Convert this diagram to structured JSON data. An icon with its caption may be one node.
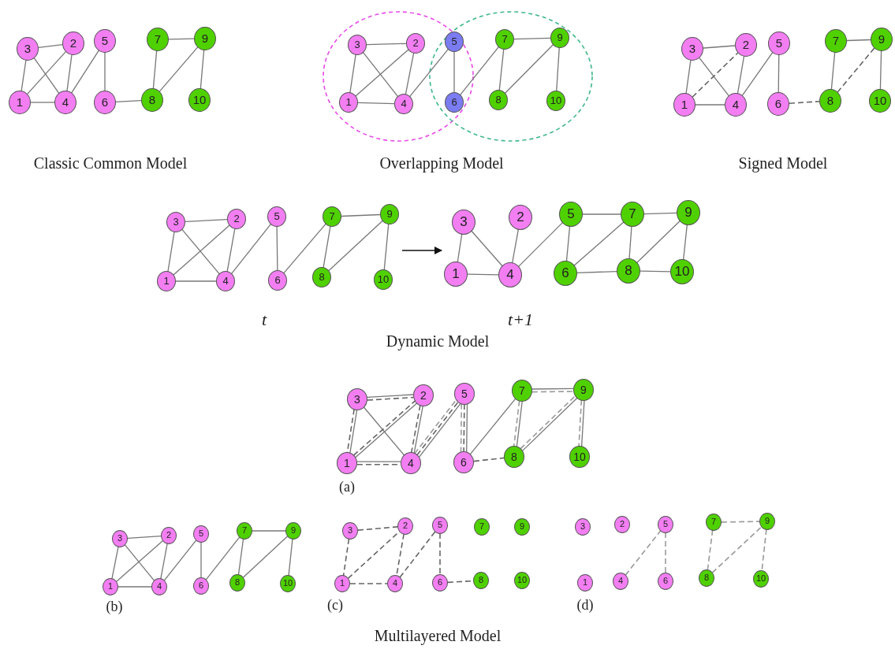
{
  "diagram": {
    "nodes": [
      {
        "text": [
          "3"
        ]
      },
      {
        "text": [
          "2"
        ]
      },
      {
        "text": [
          "5"
        ]
      },
      {
        "text": [
          "7"
        ]
      },
      {
        "text": [
          "9"
        ]
      },
      {
        "text": [
          "1"
        ]
      },
      {
        "text": [
          "4"
        ]
      },
      {
        "text": [
          "6"
        ]
      },
      {
        "text": [
          "8"
        ]
      },
      {
        "text": [
          "10"
        ]
      },
      {
        "text": [
          "3"
        ]
      },
      {
        "text": [
          "2"
        ]
      },
      {
        "text": [
          "5"
        ]
      },
      {
        "text": [
          "7"
        ]
      },
      {
        "text": [
          "9"
        ]
      },
      {
        "text": [
          "1"
        ]
      },
      {
        "text": [
          "4"
        ]
      },
      {
        "text": [
          "6"
        ]
      },
      {
        "text": [
          "8"
        ]
      },
      {
        "text": [
          "10"
        ]
      },
      {
        "text": [
          "3"
        ]
      },
      {
        "text": [
          "2"
        ]
      },
      {
        "text": [
          "5"
        ]
      },
      {
        "text": [
          "7"
        ]
      },
      {
        "text": [
          "9"
        ]
      },
      {
        "text": [
          "1"
        ]
      },
      {
        "text": [
          "4"
        ]
      },
      {
        "text": [
          "6"
        ]
      },
      {
        "text": [
          "8"
        ]
      },
      {
        "text": [
          "10"
        ]
      },
      {
        "text": [
          "3"
        ]
      },
      {
        "text": [
          "2"
        ]
      },
      {
        "text": [
          "5"
        ]
      },
      {
        "text": [
          "7"
        ]
      },
      {
        "text": [
          "9"
        ]
      },
      {
        "text": [
          "1"
        ]
      },
      {
        "text": [
          "4"
        ]
      },
      {
        "text": [
          "6"
        ]
      },
      {
        "text": [
          "8"
        ]
      },
      {
        "text": [
          "10"
        ]
      },
      {
        "text": [
          "3"
        ]
      },
      {
        "text": [
          "2"
        ]
      },
      {
        "text": [
          "5"
        ]
      },
      {
        "text": [
          "7"
        ]
      },
      {
        "text": [
          "9"
        ]
      },
      {
        "text": [
          "1"
        ]
      },
      {
        "text": [
          "4"
        ]
      },
      {
        "text": [
          "6"
        ]
      },
      {
        "text": [
          "8"
        ]
      },
      {
        "text": [
          "10"
        ]
      },
      {
        "text": [
          "3"
        ]
      },
      {
        "text": [
          "2"
        ]
      },
      {
        "text": [
          "5"
        ]
      },
      {
        "text": [
          "7"
        ]
      },
      {
        "text": [
          "9"
        ]
      },
      {
        "text": [
          "1"
        ]
      },
      {
        "text": [
          "4"
        ]
      },
      {
        "text": [
          "6"
        ]
      },
      {
        "text": [
          "8"
        ]
      },
      {
        "text": [
          "10"
        ]
      },
      {
        "text": [
          "3"
        ]
      },
      {
        "text": [
          "2"
        ]
      },
      {
        "text": [
          "5"
        ]
      },
      {
        "text": [
          "7"
        ]
      },
      {
        "text": [
          "9"
        ]
      },
      {
        "text": [
          "1"
        ]
      },
      {
        "text": [
          "4"
        ]
      },
      {
        "text": [
          "6"
        ]
      },
      {
        "text": [
          "8"
        ]
      },
      {
        "text": [
          "10"
        ]
      },
      {
        "text": [
          "3"
        ]
      },
      {
        "text": [
          "2"
        ]
      },
      {
        "text": [
          "5"
        ]
      },
      {
        "text": [
          "7"
        ]
      },
      {
        "text": [
          "9"
        ]
      },
      {
        "text": [
          "1"
        ]
      },
      {
        "text": [
          "4"
        ]
      },
      {
        "text": [
          "6"
        ]
      },
      {
        "text": [
          "8"
        ]
      },
      {
        "text": [
          "10"
        ]
      },
      {
        "text": [
          "3"
        ]
      },
      {
        "text": [
          "2"
        ]
      },
      {
        "text": [
          "5"
        ]
      },
      {
        "text": [
          "7"
        ]
      },
      {
        "text": [
          "9"
        ]
      },
      {
        "text": [
          "1"
        ]
      },
      {
        "text": [
          "4"
        ]
      },
      {
        "text": [
          "6"
        ]
      },
      {
        "text": [
          "8"
        ]
      },
      {
        "text": [
          "10"
        ]
      }
    ],
    "edges": [
      {
        "from": 0,
        "to": 1,
        "arrow": "none"
      },
      {
        "from": 0,
        "to": 5,
        "arrow": "none"
      },
      {
        "from": 0,
        "to": 6,
        "arrow": "none"
      },
      {
        "from": 5,
        "to": 1,
        "arrow": "none"
      },
      {
        "from": 5,
        "to": 6,
        "arrow": "none"
      },
      {
        "from": 1,
        "to": 6,
        "arrow": "none"
      },
      {
        "from": 6,
        "to": 2,
        "arrow": "none"
      },
      {
        "from": 2,
        "to": 7,
        "arrow": "none"
      },
      {
        "from": 7,
        "to": 8,
        "arrow": "none"
      },
      {
        "from": 3,
        "to": 4,
        "arrow": "none"
      },
      {
        "from": 3,
        "to": 8,
        "arrow": "none"
      },
      {
        "from": 8,
        "to": 4,
        "arrow": "none"
      },
      {
        "from": 4,
        "to": 9,
        "arrow": "none"
      },
      {
        "from": 10,
        "to": 11,
        "arrow": "none"
      },
      {
        "from": 10,
        "to": 15,
        "arrow": "none"
      },
      {
        "from": 10,
        "to": 16,
        "arrow": "none"
      },
      {
        "from": 15,
        "to": 11,
        "arrow": "none"
      },
      {
        "from": 15,
        "to": 16,
        "arrow": "none"
      },
      {
        "from": 11,
        "to": 16,
        "arrow": "none"
      },
      {
        "from": 16,
        "to": 12,
        "arrow": "none"
      },
      {
        "from": 12,
        "to": 17,
        "arrow": "none"
      },
      {
        "from": 17,
        "to": 13,
        "arrow": "none"
      },
      {
        "from": 13,
        "to": 14,
        "arrow": "none"
      },
      {
        "from": 13,
        "to": 18,
        "arrow": "none"
      },
      {
        "from": 18,
        "to": 14,
        "arrow": "none"
      },
      {
        "from": 14,
        "to": 19,
        "arrow": "none"
      },
      {
        "from": 20,
        "to": 21,
        "arrow": "none"
      },
      {
        "from": 20,
        "to": 25,
        "arrow": "none"
      },
      {
        "from": 20,
        "to": 26,
        "arrow": "none"
      },
      {
        "from": 25,
        "to": 21,
        "arrow": "none",
        "style": "dashed"
      },
      {
        "from": 25,
        "to": 26,
        "arrow": "none"
      },
      {
        "from": 21,
        "to": 26,
        "arrow": "none"
      },
      {
        "from": 26,
        "to": 22,
        "arrow": "none"
      },
      {
        "from": 22,
        "to": 27,
        "arrow": "none"
      },
      {
        "from": 27,
        "to": 28,
        "arrow": "none",
        "style": "dashed"
      },
      {
        "from": 23,
        "to": 24,
        "arrow": "none"
      },
      {
        "from": 23,
        "to": 28,
        "arrow": "none"
      },
      {
        "from": 28,
        "to": 24,
        "arrow": "none",
        "style": "dashed"
      },
      {
        "from": 24,
        "to": 29,
        "arrow": "none"
      },
      {
        "from": 30,
        "to": 31,
        "arrow": "none"
      },
      {
        "from": 30,
        "to": 35,
        "arrow": "none"
      },
      {
        "from": 30,
        "to": 36,
        "arrow": "none"
      },
      {
        "from": 35,
        "to": 31,
        "arrow": "none"
      },
      {
        "from": 35,
        "to": 36,
        "arrow": "none"
      },
      {
        "from": 31,
        "to": 36,
        "arrow": "none"
      },
      {
        "from": 36,
        "to": 32,
        "arrow": "none"
      },
      {
        "from": 32,
        "to": 37,
        "arrow": "none"
      },
      {
        "from": 37,
        "to": 33,
        "arrow": "none"
      },
      {
        "from": 33,
        "to": 34,
        "arrow": "none"
      },
      {
        "from": 33,
        "to": 38,
        "arrow": "none"
      },
      {
        "from": 38,
        "to": 34,
        "arrow": "none"
      },
      {
        "from": 34,
        "to": 39,
        "arrow": "none"
      },
      {
        "from": 40,
        "to": 45,
        "arrow": "none"
      },
      {
        "from": 40,
        "to": 46,
        "arrow": "none"
      },
      {
        "from": 45,
        "to": 46,
        "arrow": "none"
      },
      {
        "from": 41,
        "to": 46,
        "arrow": "none"
      },
      {
        "from": 46,
        "to": 42,
        "arrow": "none"
      },
      {
        "from": 42,
        "to": 43,
        "arrow": "none"
      },
      {
        "from": 43,
        "to": 44,
        "arrow": "none"
      },
      {
        "from": 42,
        "to": 47,
        "arrow": "none"
      },
      {
        "from": 47,
        "to": 43,
        "arrow": "none"
      },
      {
        "from": 47,
        "to": 48,
        "arrow": "none"
      },
      {
        "from": 43,
        "to": 48,
        "arrow": "none"
      },
      {
        "from": 48,
        "to": 44,
        "arrow": "none"
      },
      {
        "from": 48,
        "to": 49,
        "arrow": "none"
      },
      {
        "from": 44,
        "to": 49,
        "arrow": "none"
      },
      {
        "from": 50,
        "to": 51,
        "arrow": "none"
      },
      {
        "from": 50,
        "to": 55,
        "arrow": "none"
      },
      {
        "from": 50,
        "to": 56,
        "arrow": "none"
      },
      {
        "from": 55,
        "to": 51,
        "arrow": "none"
      },
      {
        "from": 55,
        "to": 56,
        "arrow": "none"
      },
      {
        "from": 51,
        "to": 56,
        "arrow": "none"
      },
      {
        "from": 56,
        "to": 52,
        "arrow": "none"
      },
      {
        "from": 52,
        "to": 57,
        "arrow": "none"
      },
      {
        "from": 57,
        "to": 53,
        "arrow": "none"
      },
      {
        "from": 53,
        "to": 54,
        "arrow": "none"
      },
      {
        "from": 53,
        "to": 58,
        "arrow": "none"
      },
      {
        "from": 58,
        "to": 54,
        "arrow": "none"
      },
      {
        "from": 54,
        "to": 59,
        "arrow": "none"
      },
      {
        "from": 50,
        "to": 51,
        "arrow": "none",
        "style": "dashed"
      },
      {
        "from": 50,
        "to": 55,
        "arrow": "none",
        "style": "dashed"
      },
      {
        "from": 55,
        "to": 51,
        "arrow": "none",
        "style": "dashed"
      },
      {
        "from": 55,
        "to": 56,
        "arrow": "none",
        "style": "dashed"
      },
      {
        "from": 51,
        "to": 56,
        "arrow": "none",
        "style": "dashed"
      },
      {
        "from": 56,
        "to": 52,
        "arrow": "none",
        "style": "dashed"
      },
      {
        "from": 52,
        "to": 57,
        "arrow": "none",
        "style": "dashed"
      },
      {
        "from": 57,
        "to": 58,
        "arrow": "none",
        "style": "dashed"
      },
      {
        "from": 56,
        "to": 52,
        "arrow": "none",
        "style": "dashed",
        "color": "#9a9a9a"
      },
      {
        "from": 52,
        "to": 57,
        "arrow": "none",
        "style": "dashed",
        "color": "#9a9a9a"
      },
      {
        "from": 53,
        "to": 58,
        "arrow": "none",
        "style": "dashed",
        "color": "#9a9a9a"
      },
      {
        "from": 53,
        "to": 54,
        "arrow": "none",
        "style": "dashed",
        "color": "#9a9a9a"
      },
      {
        "from": 58,
        "to": 54,
        "arrow": "none",
        "style": "dashed",
        "color": "#9a9a9a"
      },
      {
        "from": 54,
        "to": 59,
        "arrow": "none",
        "style": "dashed",
        "color": "#9a9a9a"
      },
      {
        "from": 60,
        "to": 61,
        "arrow": "none"
      },
      {
        "from": 60,
        "to": 65,
        "arrow": "none"
      },
      {
        "from": 60,
        "to": 66,
        "arrow": "none"
      },
      {
        "from": 65,
        "to": 61,
        "arrow": "none"
      },
      {
        "from": 65,
        "to": 66,
        "arrow": "none"
      },
      {
        "from": 61,
        "to": 66,
        "arrow": "none"
      },
      {
        "from": 66,
        "to": 62,
        "arrow": "none"
      },
      {
        "from": 62,
        "to": 67,
        "arrow": "none"
      },
      {
        "from": 67,
        "to": 63,
        "arrow": "none"
      },
      {
        "from": 63,
        "to": 64,
        "arrow": "none"
      },
      {
        "from": 63,
        "to": 68,
        "arrow": "none"
      },
      {
        "from": 68,
        "to": 64,
        "arrow": "none"
      },
      {
        "from": 64,
        "to": 69,
        "arrow": "none"
      },
      {
        "from": 70,
        "to": 71,
        "arrow": "none",
        "style": "dashed"
      },
      {
        "from": 70,
        "to": 75,
        "arrow": "none",
        "style": "dashed"
      },
      {
        "from": 75,
        "to": 71,
        "arrow": "none",
        "style": "dashed"
      },
      {
        "from": 75,
        "to": 76,
        "arrow": "none",
        "style": "dashed"
      },
      {
        "from": 71,
        "to": 76,
        "arrow": "none",
        "style": "dashed"
      },
      {
        "from": 76,
        "to": 72,
        "arrow": "none",
        "style": "dashed"
      },
      {
        "from": 72,
        "to": 77,
        "arrow": "none",
        "style": "dashed"
      },
      {
        "from": 77,
        "to": 78,
        "arrow": "none",
        "style": "dashed"
      },
      {
        "from": 86,
        "to": 82,
        "arrow": "none",
        "style": "dashed",
        "color": "#9a9a9a"
      },
      {
        "from": 82,
        "to": 87,
        "arrow": "none",
        "style": "dashed",
        "color": "#9a9a9a"
      },
      {
        "from": 83,
        "to": 88,
        "arrow": "none",
        "style": "dashed",
        "color": "#9a9a9a"
      },
      {
        "from": 83,
        "to": 84,
        "arrow": "none",
        "style": "dashed",
        "color": "#9a9a9a"
      },
      {
        "from": 88,
        "to": 84,
        "arrow": "none",
        "style": "dashed",
        "color": "#9a9a9a"
      },
      {
        "from": 84,
        "to": 89,
        "arrow": "none",
        "style": "dashed",
        "color": "#9a9a9a"
      }
    ],
    "labels": [
      "Classic Common Model",
      "Overlapping Model",
      "Signed Model",
      "t",
      "t+1",
      "Dynamic Model",
      "(a)",
      "(b)",
      "(c)",
      "(d)",
      "Multilayered Model"
    ]
  }
}
